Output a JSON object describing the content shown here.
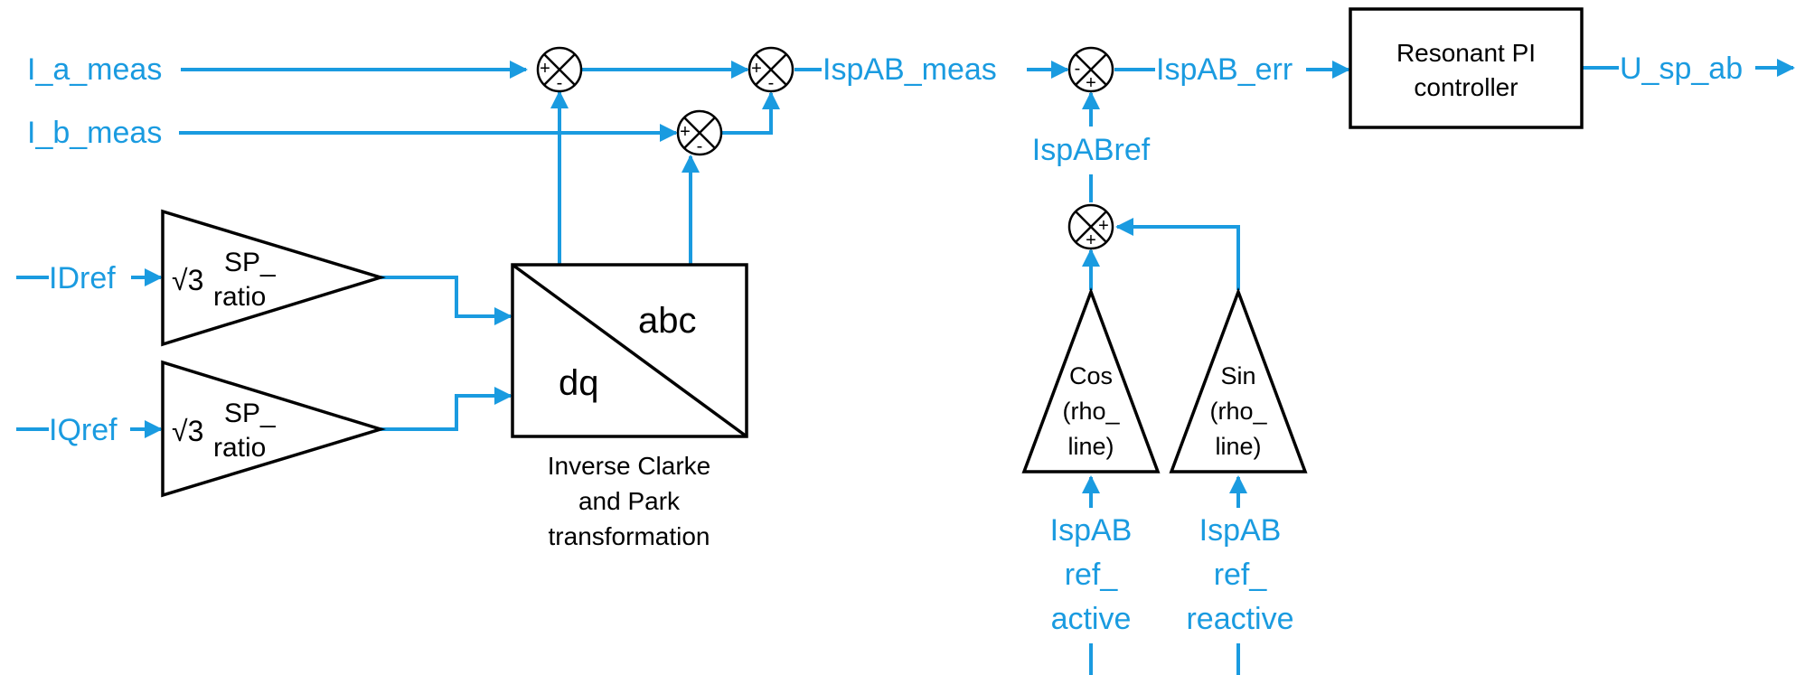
{
  "colors": {
    "signal": "#1a9be0",
    "block": "#000000",
    "background": "#ffffff"
  },
  "signals": {
    "i_a_meas": "I_a_meas",
    "i_b_meas": "I_b_meas",
    "idref": "IDref",
    "iqref": "IQref",
    "ispab_meas": "IspAB_meas",
    "ispab_err": "IspAB_err",
    "u_sp_ab": "U_sp_ab",
    "ispabref": "IspABref",
    "ref_active": [
      "IspAB",
      "ref_",
      "active"
    ],
    "ref_reactive": [
      "IspAB",
      "ref_",
      "reactive"
    ]
  },
  "blocks": {
    "gain": {
      "radical": "√3",
      "sup": "SP_",
      "sub": "ratio"
    },
    "transform": {
      "out_label": "abc",
      "in_label": "dq",
      "caption": [
        "Inverse Clarke",
        "and Park",
        "transformation"
      ]
    },
    "controller": [
      "Resonant PI",
      "controller"
    ],
    "cos_block": [
      "Cos",
      "(rho_",
      "line)"
    ],
    "sin_block": [
      "Sin",
      "(rho_",
      "line)"
    ]
  },
  "summers": {
    "sum1": [
      "+",
      "-"
    ],
    "sum2": [
      "+",
      "-"
    ],
    "sum3": [
      "+",
      "-"
    ],
    "sum4": [
      "-",
      "+"
    ],
    "sum5": [
      "+",
      "+"
    ]
  }
}
